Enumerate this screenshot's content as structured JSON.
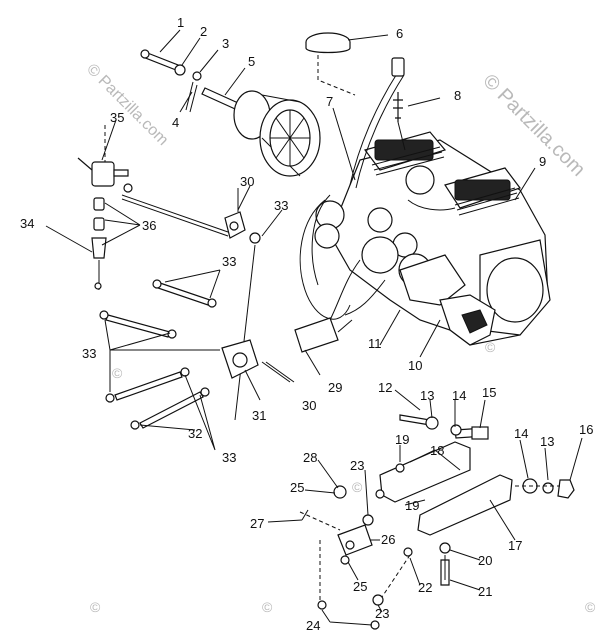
{
  "diagram": {
    "callouts": [
      "1",
      "2",
      "3",
      "4",
      "5",
      "6",
      "7",
      "8",
      "9",
      "10",
      "11",
      "12",
      "13",
      "13",
      "14",
      "14",
      "15",
      "16",
      "17",
      "18",
      "19",
      "19",
      "20",
      "21",
      "22",
      "23",
      "23",
      "24",
      "25",
      "25",
      "26",
      "27",
      "28",
      "29",
      "30",
      "30",
      "31",
      "32",
      "33",
      "33",
      "33",
      "33",
      "34",
      "35",
      "36"
    ],
    "watermarks": [
      "© Partzilla.com",
      "© Partzilla.com"
    ],
    "watermark_marks": [
      "©",
      "©",
      "©",
      "©",
      "©",
      "©"
    ]
  }
}
